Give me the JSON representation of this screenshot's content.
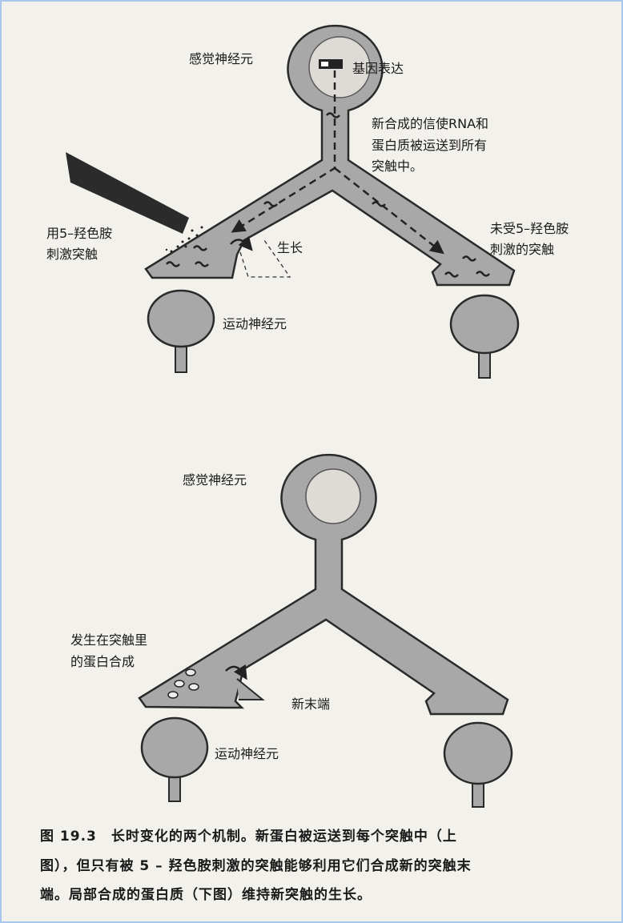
{
  "top_diagram": {
    "sensory_neuron": "感觉神经元",
    "gene_expression": "基因表达",
    "transport_note": [
      "新合成的信使RNA和",
      "蛋白质被运送到所有",
      "突触中。"
    ],
    "stimulated": [
      "用5–羟色胺",
      "刺激突触"
    ],
    "growth": "生长",
    "unstimulated": [
      "未受5–羟色胺",
      "刺激的突触"
    ],
    "motor_neuron": "运动神经元"
  },
  "bottom_diagram": {
    "sensory_neuron": "感觉神经元",
    "local_synthesis": [
      "发生在突触里",
      "的蛋白合成"
    ],
    "new_terminal": "新末端",
    "motor_neuron": "运动神经元"
  },
  "caption": [
    "图 19.3　长时变化的两个机制。新蛋白被运送到每个突触中（上",
    "图），但只有被 5 – 羟色胺刺激的突触能够利用它们合成新的突触末",
    "端。局部合成的蛋白质（下图）维持新突触的生长。"
  ],
  "colors": {
    "cell_fill": "#a8a8a8",
    "outline": "#2a2a2a",
    "frame": "#a9c6ee"
  }
}
